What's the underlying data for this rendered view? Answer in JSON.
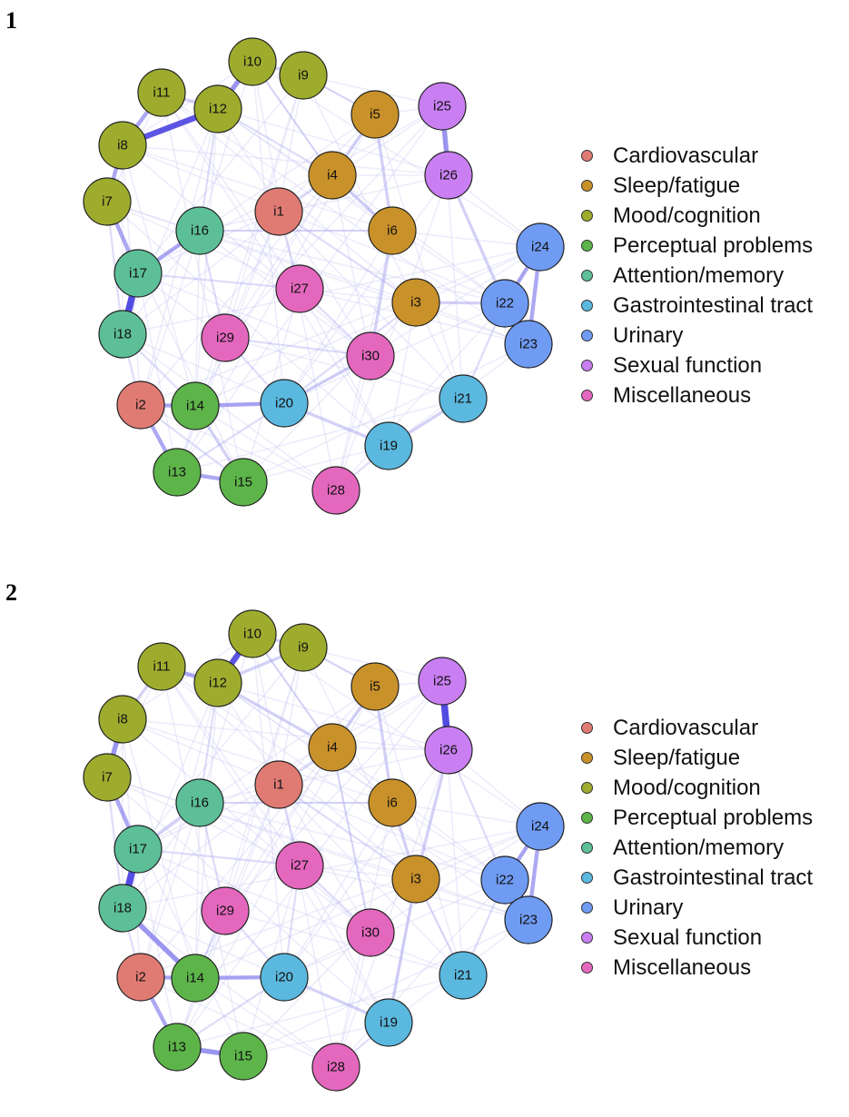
{
  "groups": [
    {
      "id": "cardio",
      "label": "Cardiovascular",
      "color": "#E07B74"
    },
    {
      "id": "sleep",
      "label": "Sleep/fatigue",
      "color": "#C9912A"
    },
    {
      "id": "mood",
      "label": "Mood/cognition",
      "color": "#9EAC2E"
    },
    {
      "id": "percept",
      "label": "Perceptual problems",
      "color": "#5DB54A"
    },
    {
      "id": "attn",
      "label": "Attention/memory",
      "color": "#5CBF97"
    },
    {
      "id": "gi",
      "label": "Gastrointestinal tract",
      "color": "#5BB8DE"
    },
    {
      "id": "urinary",
      "label": "Urinary",
      "color": "#6F9BF3"
    },
    {
      "id": "sexual",
      "label": "Sexual function",
      "color": "#C97FF2"
    },
    {
      "id": "misc",
      "label": "Miscellaneous",
      "color": "#E467BE"
    }
  ],
  "node_groups": {
    "i1": "cardio",
    "i2": "cardio",
    "i3": "sleep",
    "i4": "sleep",
    "i5": "sleep",
    "i6": "sleep",
    "i7": "mood",
    "i8": "mood",
    "i9": "mood",
    "i10": "mood",
    "i11": "mood",
    "i12": "mood",
    "i13": "percept",
    "i14": "percept",
    "i15": "percept",
    "i16": "attn",
    "i17": "attn",
    "i18": "attn",
    "i19": "gi",
    "i20": "gi",
    "i21": "gi",
    "i22": "urinary",
    "i23": "urinary",
    "i24": "urinary",
    "i25": "sexual",
    "i26": "sexual",
    "i27": "misc",
    "i28": "misc",
    "i29": "misc",
    "i30": "misc"
  },
  "panels": [
    {
      "label": "1",
      "edges": [
        [
          "i8",
          "i12",
          5
        ],
        [
          "i17",
          "i18",
          6
        ],
        [
          "i25",
          "i26",
          4
        ],
        [
          "i10",
          "i12",
          4
        ],
        [
          "i8",
          "i11",
          3
        ],
        [
          "i7",
          "i8",
          3
        ],
        [
          "i7",
          "i17",
          3
        ],
        [
          "i22",
          "i24",
          3
        ],
        [
          "i22",
          "i23",
          2
        ],
        [
          "i23",
          "i24",
          3
        ],
        [
          "i2",
          "i14",
          3
        ],
        [
          "i2",
          "i13",
          3
        ],
        [
          "i13",
          "i15",
          3
        ],
        [
          "i14",
          "i15",
          2
        ],
        [
          "i14",
          "i20",
          3
        ],
        [
          "i16",
          "i17",
          3
        ],
        [
          "i4",
          "i6",
          2
        ],
        [
          "i5",
          "i6",
          2
        ],
        [
          "i4",
          "i5",
          2
        ],
        [
          "i9",
          "i10",
          2
        ],
        [
          "i11",
          "i12",
          2
        ],
        [
          "i20",
          "i19",
          2
        ],
        [
          "i20",
          "i30",
          2
        ],
        [
          "i19",
          "i21",
          2
        ],
        [
          "i3",
          "i22",
          2
        ],
        [
          "i26",
          "i22",
          2
        ],
        [
          "i6",
          "i30",
          2
        ],
        [
          "i4",
          "i1",
          1
        ],
        [
          "i12",
          "i4",
          1
        ],
        [
          "i27",
          "i30",
          1
        ],
        [
          "i29",
          "i20",
          1
        ],
        [
          "i18",
          "i2",
          1
        ],
        [
          "i16",
          "i6",
          1
        ],
        [
          "i1",
          "i3",
          1
        ],
        [
          "i29",
          "i30",
          1
        ],
        [
          "i20",
          "i3",
          1
        ],
        [
          "i21",
          "i22",
          1
        ],
        [
          "i19",
          "i28",
          1
        ],
        [
          "i10",
          "i4",
          1
        ],
        [
          "i12",
          "i16",
          1
        ],
        [
          "i17",
          "i27",
          1
        ],
        [
          "i18",
          "i14",
          1
        ],
        [
          "i13",
          "i20",
          1
        ],
        [
          "i9",
          "i5",
          1
        ],
        [
          "i16",
          "i29",
          1
        ],
        [
          "i1",
          "i27",
          1
        ],
        [
          "i2",
          "i15",
          1
        ],
        [
          "i7",
          "i18",
          1
        ]
      ]
    },
    {
      "label": "2",
      "edges": [
        [
          "i25",
          "i26",
          6
        ],
        [
          "i17",
          "i18",
          6
        ],
        [
          "i7",
          "i8",
          4
        ],
        [
          "i10",
          "i12",
          5
        ],
        [
          "i11",
          "i12",
          3
        ],
        [
          "i8",
          "i11",
          2
        ],
        [
          "i7",
          "i17",
          3
        ],
        [
          "i22",
          "i24",
          3
        ],
        [
          "i23",
          "i24",
          3
        ],
        [
          "i22",
          "i23",
          2
        ],
        [
          "i18",
          "i14",
          4
        ],
        [
          "i2",
          "i14",
          3
        ],
        [
          "i2",
          "i13",
          3
        ],
        [
          "i13",
          "i15",
          4
        ],
        [
          "i14",
          "i20",
          3
        ],
        [
          "i16",
          "i17",
          2
        ],
        [
          "i5",
          "i6",
          2
        ],
        [
          "i4",
          "i5",
          2
        ],
        [
          "i6",
          "i3",
          2
        ],
        [
          "i9",
          "i12",
          2
        ],
        [
          "i10",
          "i9",
          2
        ],
        [
          "i20",
          "i19",
          2
        ],
        [
          "i19",
          "i3",
          2
        ],
        [
          "i21",
          "i3",
          1
        ],
        [
          "i26",
          "i3",
          2
        ],
        [
          "i12",
          "i4",
          2
        ],
        [
          "i4",
          "i1",
          1
        ],
        [
          "i27",
          "i30",
          1
        ],
        [
          "i29",
          "i20",
          1
        ],
        [
          "i18",
          "i2",
          1
        ],
        [
          "i16",
          "i6",
          1
        ],
        [
          "i1",
          "i3",
          1
        ],
        [
          "i20",
          "i27",
          1
        ],
        [
          "i21",
          "i22",
          1
        ],
        [
          "i19",
          "i28",
          1
        ],
        [
          "i10",
          "i4",
          1
        ],
        [
          "i12",
          "i16",
          1
        ],
        [
          "i17",
          "i27",
          1
        ],
        [
          "i13",
          "i20",
          1
        ],
        [
          "i9",
          "i5",
          1
        ],
        [
          "i16",
          "i29",
          1
        ],
        [
          "i1",
          "i27",
          1
        ],
        [
          "i7",
          "i18",
          1
        ],
        [
          "i26",
          "i22",
          1
        ],
        [
          "i14",
          "i29",
          1
        ],
        [
          "i30",
          "i4",
          1
        ]
      ]
    }
  ]
}
